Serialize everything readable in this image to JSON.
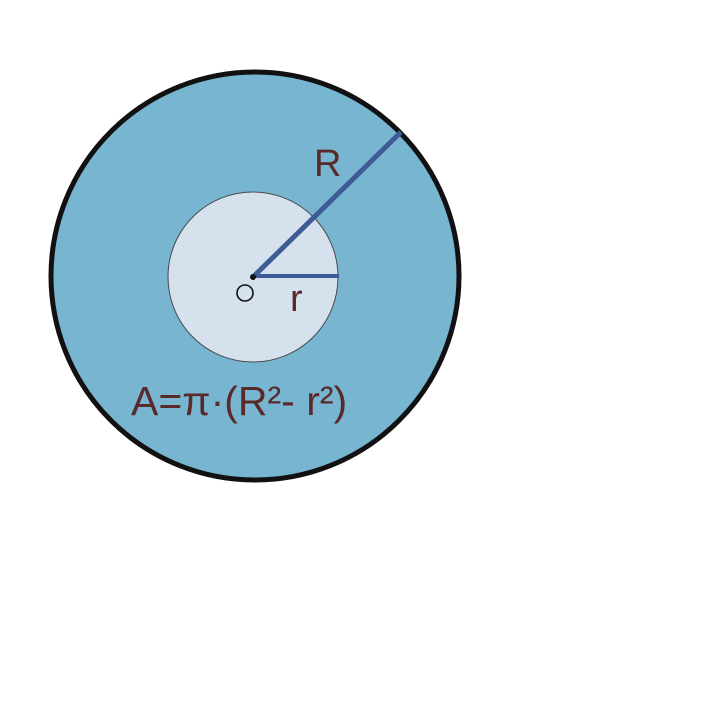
{
  "labels": {
    "outer_radius": "R",
    "inner_radius": "r",
    "center": "O",
    "formula": "A=π·(R²- r²)"
  },
  "colors": {
    "outer_fill": "#77b5d1",
    "inner_fill": "#d5e2ee",
    "outline": "#111111",
    "radius_line": "#3d5b95",
    "text": "#5a2a2a"
  }
}
